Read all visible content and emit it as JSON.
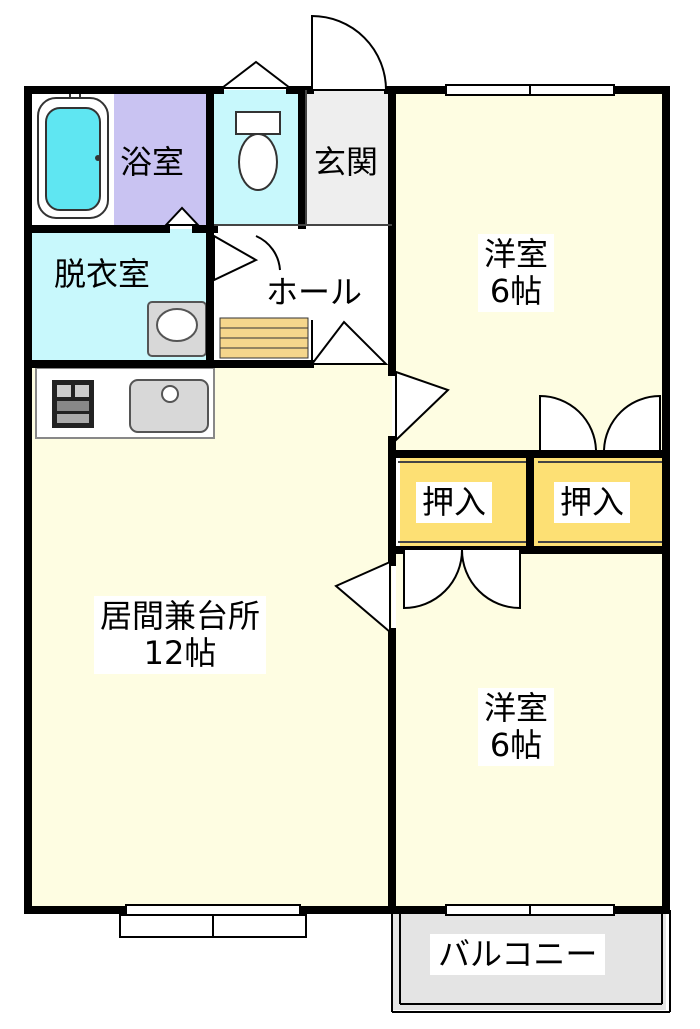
{
  "rooms": {
    "bath": {
      "label": "浴室",
      "color": "#c9c3f2"
    },
    "toilet": {
      "color": "#c8f8fc"
    },
    "genkan": {
      "label": "玄関",
      "color": "#eeeeee"
    },
    "dressing": {
      "label": "脱衣室",
      "color": "#c8f8fc"
    },
    "hall": {
      "label": "ホール",
      "color": "#ffffff"
    },
    "ldk": {
      "label": "居間兼台所",
      "size": "12帖",
      "color": "#fefde2"
    },
    "western1": {
      "label": "洋室",
      "size": "6帖",
      "color": "#fefde2"
    },
    "western2": {
      "label": "洋室",
      "size": "6帖",
      "color": "#fefde2"
    },
    "closet1": {
      "label": "押入",
      "color": "#fde074"
    },
    "closet2": {
      "label": "押入",
      "color": "#fde074"
    },
    "balcony": {
      "label": "バルコニー",
      "color": "#e4e4e4"
    }
  },
  "colors": {
    "wall": "#000000",
    "tub": "#5fe6f2",
    "stairs": "#f5d68c",
    "fixture": "#d8d8d8"
  }
}
